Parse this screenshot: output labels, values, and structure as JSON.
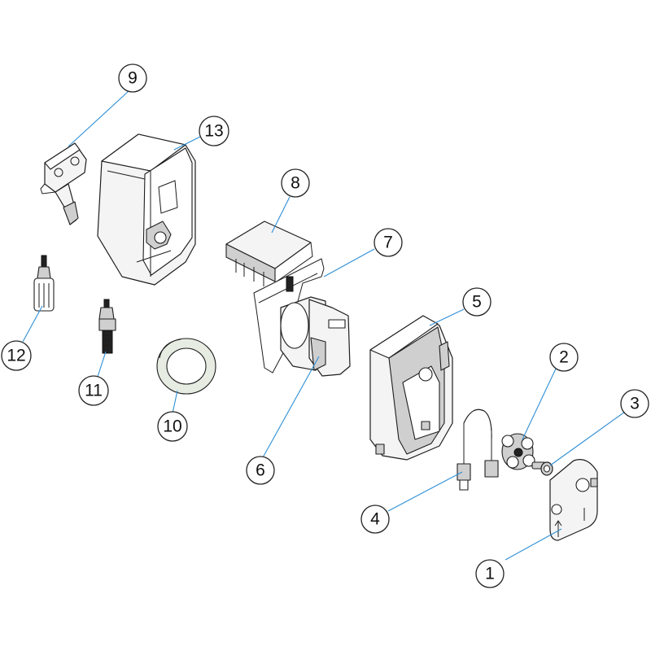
{
  "diagram": {
    "accent_color": "#2d8fd6",
    "callouts": [
      {
        "id": "1",
        "label": "1"
      },
      {
        "id": "2",
        "label": "2"
      },
      {
        "id": "3",
        "label": "3"
      },
      {
        "id": "4",
        "label": "4"
      },
      {
        "id": "5",
        "label": "5"
      },
      {
        "id": "6",
        "label": "6"
      },
      {
        "id": "7",
        "label": "7"
      },
      {
        "id": "8",
        "label": "8"
      },
      {
        "id": "9",
        "label": "9"
      },
      {
        "id": "10",
        "label": "10"
      },
      {
        "id": "11",
        "label": "11"
      },
      {
        "id": "12",
        "label": "12"
      },
      {
        "id": "13",
        "label": "13"
      }
    ]
  }
}
